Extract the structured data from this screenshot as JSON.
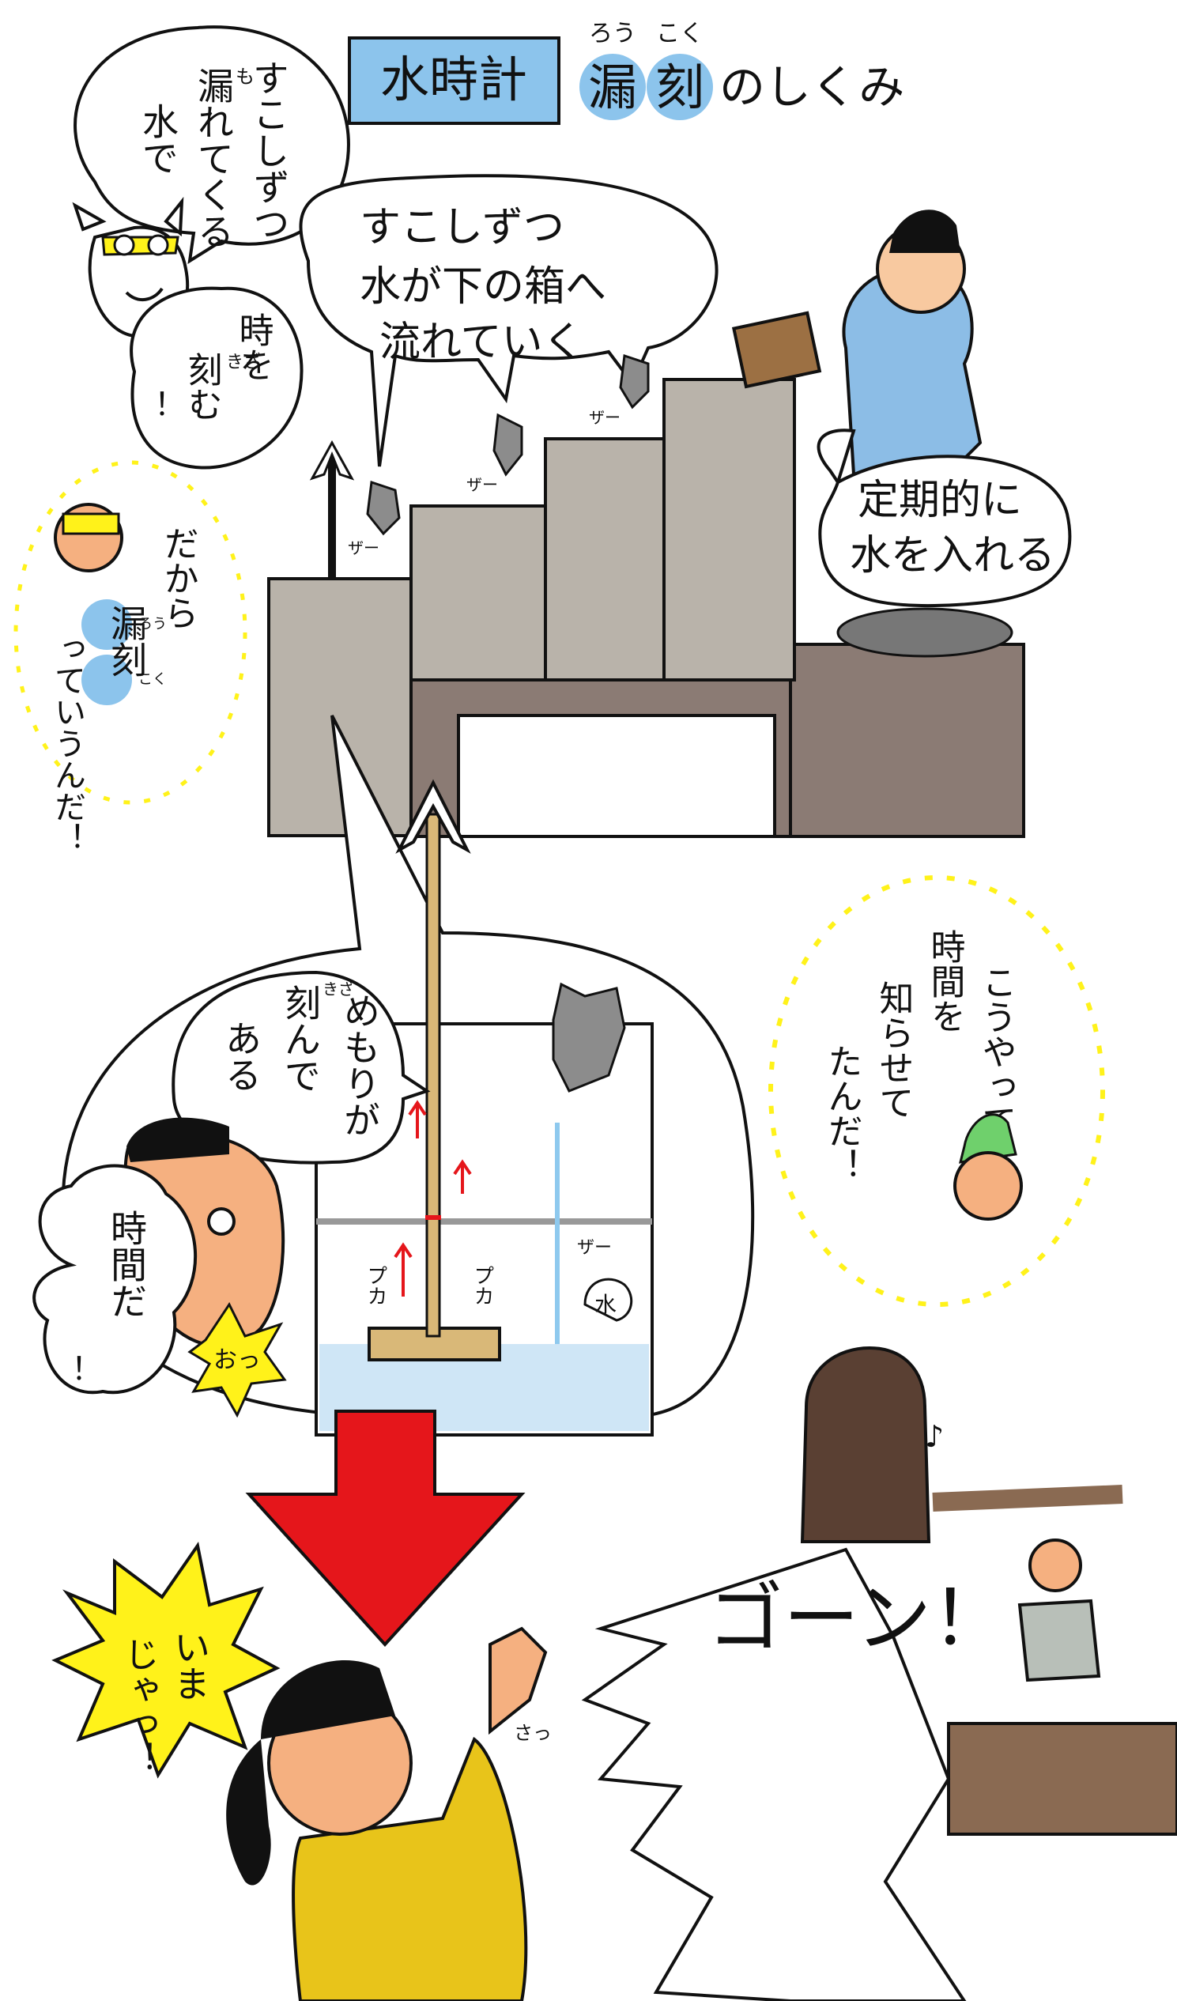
{
  "colors": {
    "title_box": "#8cc4ec",
    "title_circle": "#8cc4ec",
    "stone": "#b9b3aa",
    "stand": "#8b7b74",
    "robe_blue": "#8cbde6",
    "robe_yellow": "#e8c41a",
    "water": "#cfe6f6",
    "arrow_red": "#e5161b",
    "burst_yellow": "#fff21a",
    "bell": "#5a4033",
    "roof": "#8a6a52",
    "sound_blue": "#2aa0e6"
  },
  "title": {
    "main": "水時計",
    "word1": "漏",
    "word2": "刻",
    "ruby1": "ろう",
    "ruby2": "こく",
    "suffix": "のしくみ"
  },
  "bubbles": {
    "top_left": [
      "すこしずつ",
      "漏れてくる",
      "水で"
    ],
    "top_left_ruby": "も",
    "time_marking": [
      "時を",
      "刻む",
      "！"
    ],
    "time_marking_ruby": "きざ",
    "flow": [
      "すこしずつ",
      "水が下の箱へ",
      "流れていく"
    ],
    "refill": [
      "定期的に",
      "水を入れる"
    ],
    "name_reason": [
      "だから",
      "漏刻",
      "っていうんだ！"
    ],
    "name_reason_ruby1": "ろう",
    "name_reason_ruby2": "こく",
    "gauge": [
      "めもりが",
      "刻んで",
      "ある"
    ],
    "gauge_ruby": "きざ",
    "its_time": [
      "時間だ",
      "！"
    ],
    "announce": [
      "こうやって",
      "時間を",
      "知らせて",
      "たんだ！"
    ],
    "now": [
      "いま",
      "じゃっ！"
    ]
  },
  "sfx": {
    "flow1": "ザー",
    "flow2": "ザー",
    "flow3": "ザー",
    "flow4": "ザー",
    "float1": "プカ",
    "float2": "プカ",
    "water_label": "水",
    "oh": "おっ",
    "swish": "さっ",
    "note": "♪",
    "boom": "ゴーン！"
  }
}
